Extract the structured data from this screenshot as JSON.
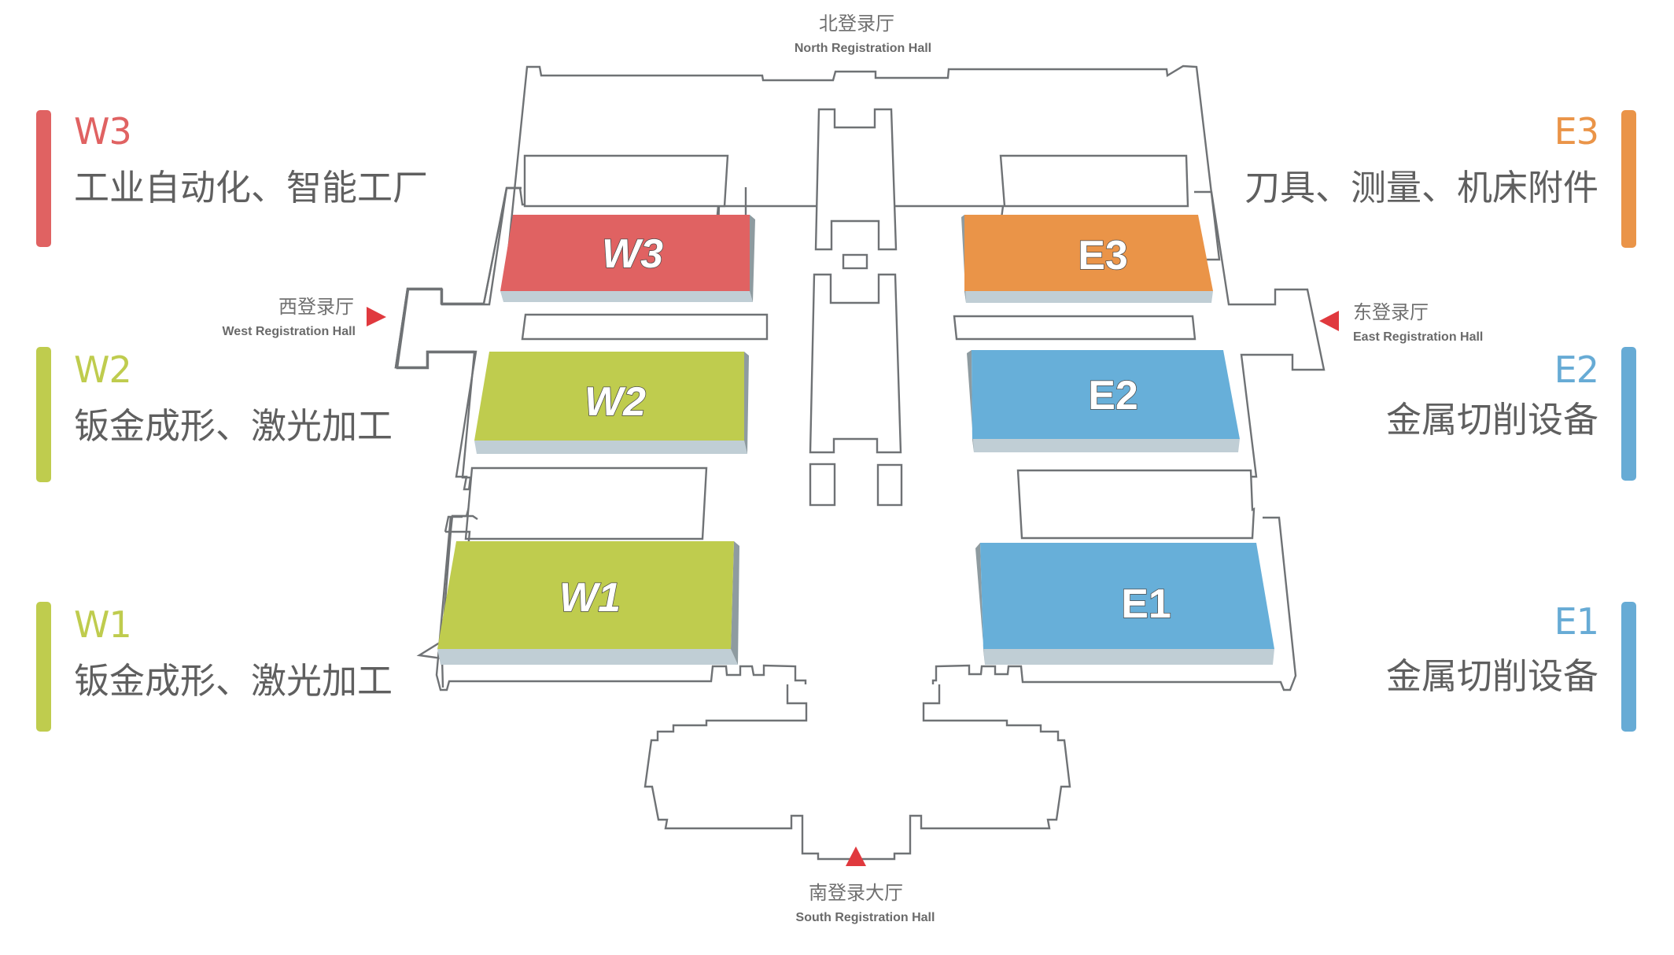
{
  "legend": {
    "W3": {
      "code": "W3",
      "desc": "工业自动化、智能工厂",
      "color": "#e06262"
    },
    "W2": {
      "code": "W2",
      "desc": "钣金成形、激光加工",
      "color": "#bfcc4e"
    },
    "W1": {
      "code": "W1",
      "desc": "钣金成形、激光加工",
      "color": "#bfcc4e"
    },
    "E3": {
      "code": "E3",
      "desc": "刀具、测量、机床附件",
      "color": "#ea9448"
    },
    "E2": {
      "code": "E2",
      "desc": "金属切削设备",
      "color": "#67abd5"
    },
    "E1": {
      "code": "E1",
      "desc": "金属切削设备",
      "color": "#67abd5"
    }
  },
  "halls": {
    "W3": {
      "label": "W3",
      "color": "#e06262"
    },
    "W2": {
      "label": "W2",
      "color": "#bfcc4e"
    },
    "W1": {
      "label": "W1",
      "color": "#bfcc4e"
    },
    "E3": {
      "label": "E3",
      "color": "#ea9448"
    },
    "E2": {
      "label": "E2",
      "color": "#67afd9"
    },
    "E1": {
      "label": "E1",
      "color": "#67afd9"
    }
  },
  "registration": {
    "north": {
      "cn": "北登录厅",
      "en": "North Registration Hall"
    },
    "west": {
      "cn": "西登录厅",
      "en": "West Registration Hall"
    },
    "east": {
      "cn": "东登录厅",
      "en": "East Registration Hall"
    },
    "south": {
      "cn": "南登录大厅",
      "en": "South Registration Hall"
    }
  },
  "colors": {
    "marker": "#e0393e",
    "outline": "#6f7275",
    "hall_shadow": "#bfcdd4",
    "text": "#5f5f5f"
  }
}
